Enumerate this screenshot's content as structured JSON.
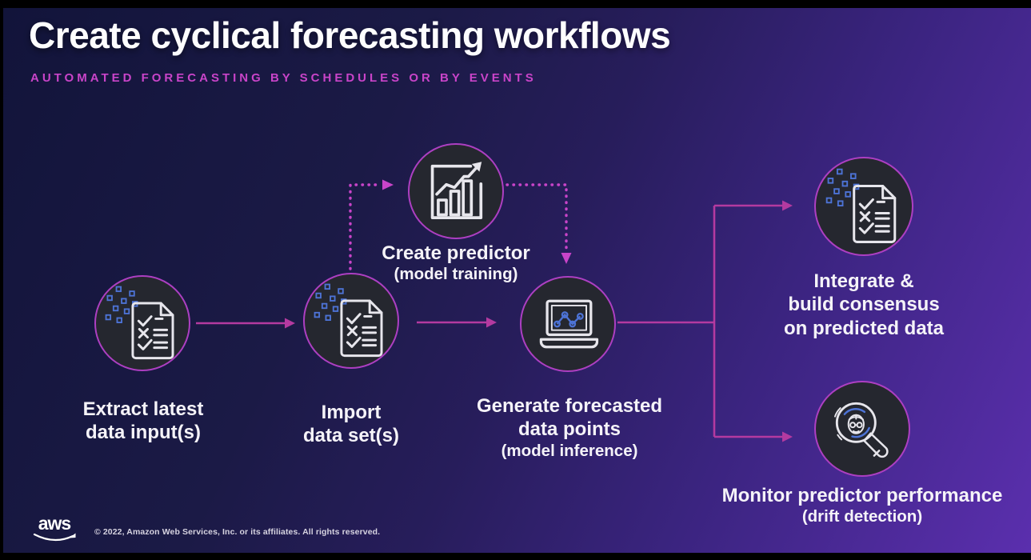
{
  "header": {
    "title": "Create cyclical forecasting workflows",
    "subtitle": "AUTOMATED FORECASTING BY SCHEDULES OR BY EVENTS"
  },
  "nodes": {
    "extract": {
      "label": "Extract latest\ndata input(s)",
      "icon": "document-checklist-data-icon"
    },
    "import": {
      "label": "Import\ndata set(s)",
      "icon": "document-checklist-data-icon"
    },
    "predictor": {
      "label": "Create predictor",
      "sublabel": "(model training)",
      "icon": "bar-chart-growth-icon"
    },
    "generate": {
      "label": "Generate forecasted\ndata points",
      "sublabel": "(model inference)",
      "icon": "laptop-line-chart-icon"
    },
    "integrate": {
      "label": "Integrate &\nbuild consensus\non predicted data",
      "icon": "document-checklist-data-icon"
    },
    "monitor": {
      "label": "Monitor predictor performance",
      "sublabel": "(drift detection)",
      "icon": "magnifier-face-icon"
    }
  },
  "footer": {
    "logo_text": "aws",
    "copyright": "© 2022, Amazon Web Services, Inc. or its affiliates. All rights reserved."
  },
  "colors": {
    "accent_magenta": "#c944c9",
    "arrow_magenta": "#b43aa0",
    "node_border": "#ad3fc2",
    "node_fill": "#25272f",
    "data_blue": "#4d73d6",
    "icon_stroke": "#e7e6ec",
    "bg_navy": "#12143a",
    "bg_purple": "#5b2fae",
    "text_white": "#f5f3f8"
  }
}
